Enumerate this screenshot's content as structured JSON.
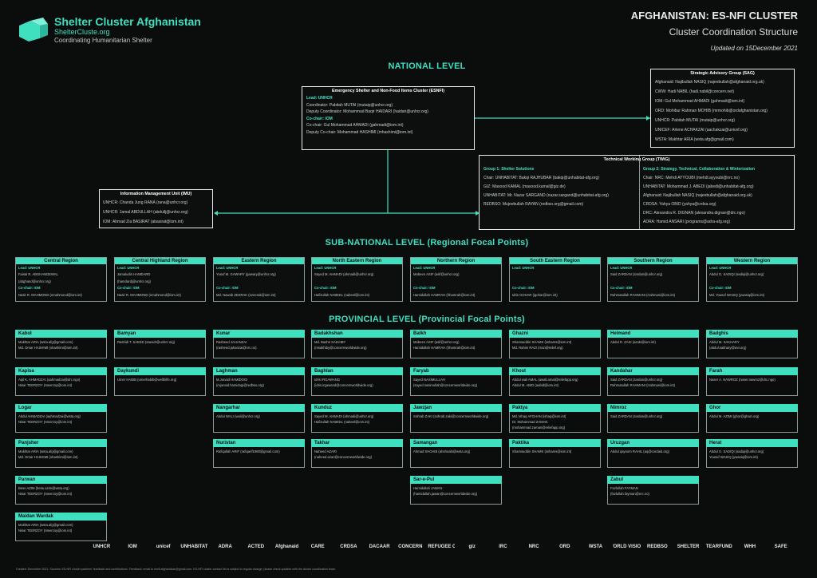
{
  "header": {
    "org_name": "Shelter Cluster Afghanistan",
    "org_url": "ShelterCluste.org",
    "org_tagline": "Coordinating Humanitarian Shelter",
    "title_main": "AFGHANISTAN: ES-NFI CLUSTER",
    "title_sub": "Cluster Coordination Structure",
    "updated": "Updated on 15December 2021"
  },
  "sections": {
    "national": "NATIONAL LEVEL",
    "subnational": "SUB-NATIONAL LEVEL (Regional Focal Points)",
    "provincial": "PROVINCIAL LEVEL (Provincial Focal Points)"
  },
  "esnfi": {
    "title": "Emergency Shelter and Non-Food Items Cluster (ESNFI)",
    "lines": [
      "Lead: UNHCR",
      "Coordinator: Pabitah MUTAI (mutaip@unhcr.org)",
      "Deputy Coordinator: Mohammad Baqir HAIDARI (haidari@unhcr.org)",
      "Co-chair: IOM",
      "Co-chair: Gul Mohammad AHMADI (gahmadi@iom.int)",
      "Deputy Co-chair: Mohammad HASHIMI (mhashimi@iom.int)"
    ]
  },
  "sag": {
    "title": "Strategic Advisory Group (SAG)",
    "lines": [
      "Afghanaid: Najibullah NASIQ (najeebullah@afghanaid.org.uk)",
      "CWW: Hadi NABIL (hadi.nabil@concern.net)",
      "IOM: Gul Mohammad AHMADI (gahmadi@iom.int)",
      "ORD: Mohibur Rahman MOHIB (mrmohib@ordafghanistan.org)",
      "UNHCR: Pabitah MUTAI (mutaip@unhcr.org)",
      "UNICEF: Arlene ACHAKZAI (aachakzai@unicef.org)",
      "WSTA: Mukhtar ARIA (wsta.afg@gmail.com)"
    ]
  },
  "twig": {
    "title": "Technical Working Group (TWiG)",
    "g1_title": "Group 1: Shelter Solutions",
    "g1_lines": [
      "Chair: UNHABITAT: Bakqi RAJHUBAR (bakqi@unhabitat-afg.org)",
      "GIZ: Masood KAMAL (masood.kamal@giz.de)",
      "UNHABITAT: Mr. Nazar SARGAND (nazar.sargand@unhabitat-afg.org)",
      "REDBSO: Mujeebullah RAYAN (redbso.org@gmail.com)"
    ],
    "g2_title": "Group 2: Strategy, Technical, Collaboration & Winterization",
    "g2_lines": [
      "Chair: NRC: Mehdi AYYOUBI (mehdi.ayyoubi@nrc.no)",
      "UNHABITAT: Mohammad J. ABEDI (jabedi@unhabitat-afg.org)",
      "Afghanaid: Najibullah NASIQ (najeebullah@afghanaid.org.uk)",
      "CRDSA: Yahya OBID (yahya@crdsa.org)",
      "DRC: Alexandra R. DIGNAN (alexandra.dignan@drc.ngo)",
      "ADRA: Hamid ANSARI (programs@adra-afg.org)"
    ]
  },
  "imu": {
    "title": "Information Management Unit (IMU)",
    "lines": [
      "UNHCR: Chanda Jung RANA (rana@unhcr.org)",
      "UNHCR: Jamal ABDULLAH (abdullj@unhcr.org)",
      "IOM: Ahmad Zia BASIRAT (abasirat@iom.int)"
    ]
  },
  "regions": [
    {
      "name": "Central Region",
      "lines": [
        "Lead: UNHCR",
        "Faisal R. ABGHANDEWAL",
        "(abghand@unhcr.org)",
        "Co-chair: IOM",
        "Nasir R. MAHMOND (nmahmond@iom.int)"
      ]
    },
    {
      "name": "Central Highland Region",
      "lines": [
        "Lead: UNHCR",
        "Jamaludin HAMDARD",
        "(hamdardj@unhcr.org)",
        "Co-chair: IOM",
        "Nasir R. MAHMOND (nmahmond@iom.int)"
      ]
    },
    {
      "name": "Eastern Region",
      "lines": [
        "Lead: UNHCR",
        "Yusuf M. GAWARY (gawary@unhcr.org)",
        "",
        "Co-chair: IOM",
        "Md. Nawab ZEERAK (nzeerak@iom.int)"
      ]
    },
    {
      "name": "North Eastern Region",
      "lines": [
        "Lead: UNHCR",
        "Sayed M. AHMADI (ahmadi@unhcr.org)",
        "",
        "Co-chair: IOM",
        "Hafizullah NABEEL (nabeel@iom.int)"
      ]
    },
    {
      "name": "Northern Region",
      "lines": [
        "Lead: UNHCR",
        "Mobeen ASIF (asif@unhcr.org)",
        "",
        "Co-chair: IOM",
        "Hamidullah HAMRAH (hhamrah@iom.int)"
      ]
    },
    {
      "name": "South Eastern Region",
      "lines": [
        "Lead: UNHCR",
        "",
        "",
        "Co-chair: IOM",
        "Idris GOHAR (igohar@iom.int)"
      ]
    },
    {
      "name": "Southern Region",
      "lines": [
        "Lead: UNHCR",
        "Said ZARDAN (zardan@unhcr.org)",
        "",
        "Co-chair: IOM",
        "Rahmatullah RAHMANI (rrahmani@iom.int)"
      ]
    },
    {
      "name": "Western Region",
      "lines": [
        "Lead: UNHCR",
        "Abdul G. SADIQI (sadiqi@unhcr.org)",
        "",
        "Co-chair: IOM",
        "Md. Yousuf WASIQ (ywasiq@iom.int)"
      ]
    }
  ],
  "provinces": [
    [
      {
        "name": "Kabul",
        "lines": [
          "Mukhtar ARIA (wsta.afg@gmail.com)",
          "Md. Omar HASHIMI (ohashimi@iom.int)"
        ]
      },
      {
        "name": "Kapisa",
        "lines": [
          "Aqil K. AHMADZAI (aahmadzai@drc.ngo)",
          "Nisar TEERZOY (nteerzoy@iom.int)"
        ]
      },
      {
        "name": "Logar",
        "lines": [
          "Abdul AHMADZAI (aahmadzai@wsta.org)",
          "Nisar TEERZOY (nteerzoy@iom.int)"
        ]
      },
      {
        "name": "Panjsher",
        "lines": [
          "Mukhtar ARIA (wsta.afg@gmail.com)",
          "Md. Omar HASHIMI (ohashimi@iom.int)"
        ]
      },
      {
        "name": "Parwan",
        "lines": [
          "Bese AZIM (bese.azim@wsta.org)",
          "Nisar TEERZOY (nteerzoy@iom.int)"
        ]
      },
      {
        "name": "Maidan Wardak",
        "lines": [
          "Mukhtar ARIA (wsta.afg@gmail.com)",
          "Nisar TEERZOY (nteerzoy@iom.int)"
        ]
      }
    ],
    [
      {
        "name": "Bamyan",
        "lines": [
          "Rashidi T. SAEED (saeedr@unhcr.org)"
        ]
      },
      {
        "name": "Daykundi",
        "lines": [
          "Umer HABIB (umerhabib@welthilfe.org)"
        ]
      }
    ],
    [
      {
        "name": "Kunar",
        "lines": [
          "Rasheed JAHANZAI",
          "(rasheed.jahanzai@nrc.no)"
        ]
      },
      {
        "name": "Laghman",
        "lines": [
          "M.Junaid HAMIDOGI",
          "(mjunaid.hamidogi@redbso.org)"
        ]
      },
      {
        "name": "Nangarhar",
        "lines": [
          "Abdul WALI (wali@unhcr.org)"
        ]
      },
      {
        "name": "Nuristan",
        "lines": [
          "Rafiqullah ARIF (rafiqarif1980@gmail.com)"
        ]
      }
    ],
    [
      {
        "name": "Badakhshan",
        "lines": [
          "Md. Bashir SAKHIBY",
          "(msakhiby@concernworldwide.org)"
        ]
      },
      {
        "name": "Baghlan",
        "lines": [
          "Idris IRGAWAND",
          "(idris.irgawand@concernworldwide.org)"
        ]
      },
      {
        "name": "Kunduz",
        "lines": [
          "Sayed M. AHMADI (ahmadi@unhcr.org)",
          "Hafizullah NABEEL (nabeel@iom.int)"
        ]
      },
      {
        "name": "Takhar",
        "lines": [
          "Naheed AZARI",
          "(naheed.azari@concernworldwide.org)"
        ]
      }
    ],
    [
      {
        "name": "Balkh",
        "lines": [
          "Mobeen ASIF (asif@unhcr.org)",
          "Hamidullah HAMRAH (hhamrah@iom.int)"
        ]
      },
      {
        "name": "Faryab",
        "lines": [
          "Sayed NASIMULLAH",
          "(sayed.nasimullah@concernworldwide.org)"
        ]
      },
      {
        "name": "Jawzjan",
        "lines": [
          "Sohrab ZAKI (sohrab.zaki@concernworldwide.org)"
        ]
      },
      {
        "name": "Samangan",
        "lines": [
          "Ahmad SHOAIB (ahshoaib@wsta.org)"
        ]
      },
      {
        "name": "Sar-e-Pul",
        "lines": [
          "Hamidullah JAWAN",
          "(hamidullah.jawan@concernworldwide.org)"
        ]
      }
    ],
    [
      {
        "name": "Ghazni",
        "lines": [
          "Shamsuddin SHAMS (sshams@iom.int)",
          "Md. Rahim RAZI (rrazi@relief.org)"
        ]
      },
      {
        "name": "Khost",
        "lines": [
          "Abdul wali AMAL (awali.amal@reliefapp.org)",
          "Abdul M. ABID (aabid@iom.int)"
        ]
      },
      {
        "name": "Paktya",
        "lines": [
          "Md. Ishaq AFGHAN (ishaq@iom.int)",
          "Dr. Mohammad ZAMAN",
          "(mohammad.zaman@reliefapp.org)"
        ]
      },
      {
        "name": "Paktika",
        "lines": [
          "Shamsuddin SHAMS (sshams@iom.int)"
        ]
      }
    ],
    [
      {
        "name": "Helmand",
        "lines": [
          "Abdul R. ZAKI (azaki@iom.int)"
        ]
      },
      {
        "name": "Kandahar",
        "lines": [
          "Said ZARDAN (zardan@unhcr.org)",
          "Rahmatullah RAHMANI (rrahmani@iom.int)"
        ]
      },
      {
        "name": "Nimroz",
        "lines": [
          "Said ZARDAN (zardan@unhcr.org)"
        ]
      },
      {
        "name": "Uruzgan",
        "lines": [
          "Abdul qayoom RAHIL (aq@cordaid.org)"
        ]
      },
      {
        "name": "Zabul",
        "lines": [
          "Fazlullah FAYMAN",
          "(fazlullah.fayman@nrc.no)"
        ]
      }
    ],
    [
      {
        "name": "Badghis",
        "lines": [
          "Abdul M. SAKHARY",
          "(abdul.sakhary@wvi.org)"
        ]
      },
      {
        "name": "Farah",
        "lines": [
          "Naser A. NAWROZ (naser.nawroz@drc.ngo)"
        ]
      },
      {
        "name": "Ghor",
        "lines": [
          "Abdul M. AZIMI (ghor@ghazi.org)"
        ]
      },
      {
        "name": "Herat",
        "lines": [
          "Abdul G. SADIQI (sadiqi@unhcr.org)",
          "Yousuf WASIQ (ywasiq@iom.int)"
        ]
      }
    ]
  ],
  "logos": [
    "UNHCR",
    "IOM",
    "unicef",
    "UNHABITAT",
    "ADRA",
    "ACTED",
    "Afghanaid",
    "CARE",
    "CRDSA",
    "DACAAR",
    "CONCERN",
    "DANISH REFUGEE COUNCIL",
    "giz",
    "IRC",
    "NRC",
    "ORD",
    "WSTA",
    "WORLD VISION",
    "REDBSO",
    "SHELTER",
    "TEARFUND",
    "WHH",
    "SAFE"
  ],
  "footer": "Created: December 2021. Sources: ES-NFI cluster partners' feedback and contributions. Feedback: email to esnfi.afghanistan@gmail.com. ES-NFI cluster contact list is subject to regular change; please check updates with the cluster coordination team."
}
